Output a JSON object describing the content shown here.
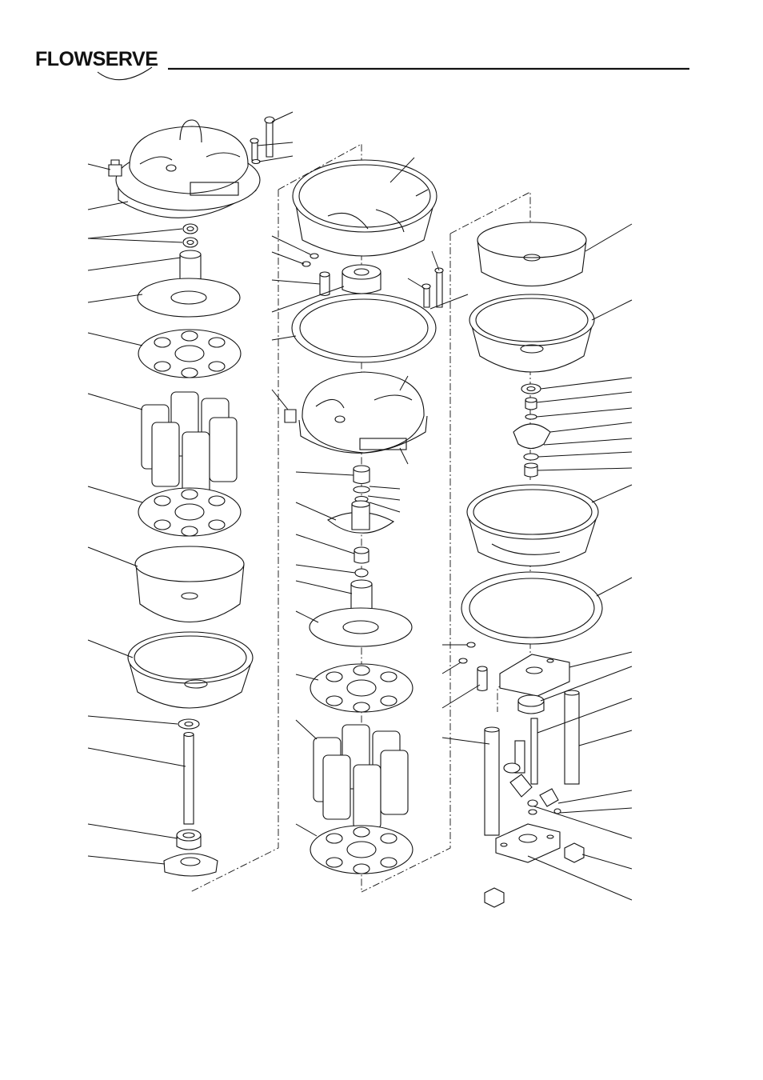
{
  "header": {
    "brand": "FLOWSERVE",
    "accent_color": "#111111"
  },
  "figure": {
    "content": "exploded-parts-diagram",
    "column_count": 3
  }
}
